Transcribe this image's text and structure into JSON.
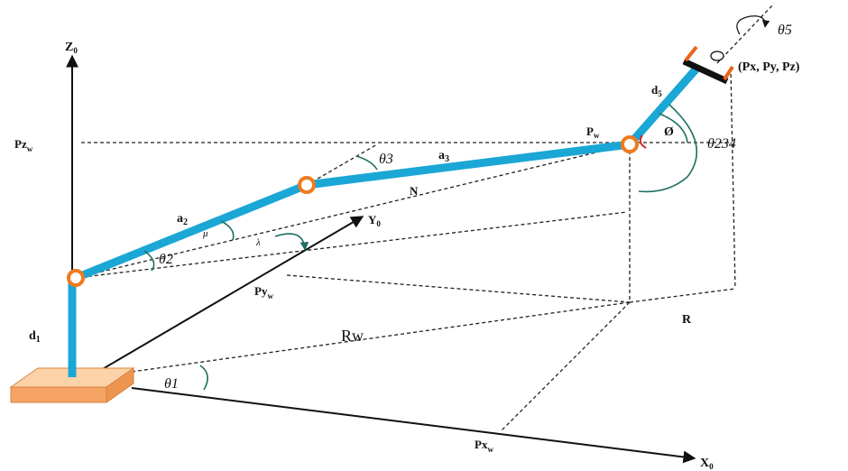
{
  "labels": {
    "z0": "Z",
    "z0_sub": "0",
    "y0": "Y",
    "y0_sub": "0",
    "x0": "X",
    "x0_sub": "0",
    "pzw": "Pz",
    "pzw_sub": "w",
    "pyw": "Py",
    "pyw_sub": "w",
    "pxw": "Px",
    "pxw_sub": "w",
    "pw": "P",
    "pw_sub": "w",
    "end_point": "(Px, Py, Pz)",
    "d1": "d",
    "d1_sub": "1",
    "d5": "d",
    "d5_sub": "5",
    "a2": "a",
    "a2_sub": "2",
    "a3": "a",
    "a3_sub": "3",
    "n": "N",
    "rw": "Rw",
    "r": "R",
    "theta1": "θ1",
    "theta2": "θ2",
    "theta3": "θ3",
    "theta5": "θ5",
    "theta234": "θ234",
    "phi": "Ø",
    "mu": "μ",
    "lambda": "λ"
  },
  "colors": {
    "link": "#1aa7d6",
    "joint_ring": "#ee7b1e",
    "base_top": "#fcd3a8",
    "base_side": "#f4a365",
    "gripper_jaw": "#e8641a",
    "angle_arc": "#1f6f63",
    "angle_mark": "#cc2222"
  }
}
